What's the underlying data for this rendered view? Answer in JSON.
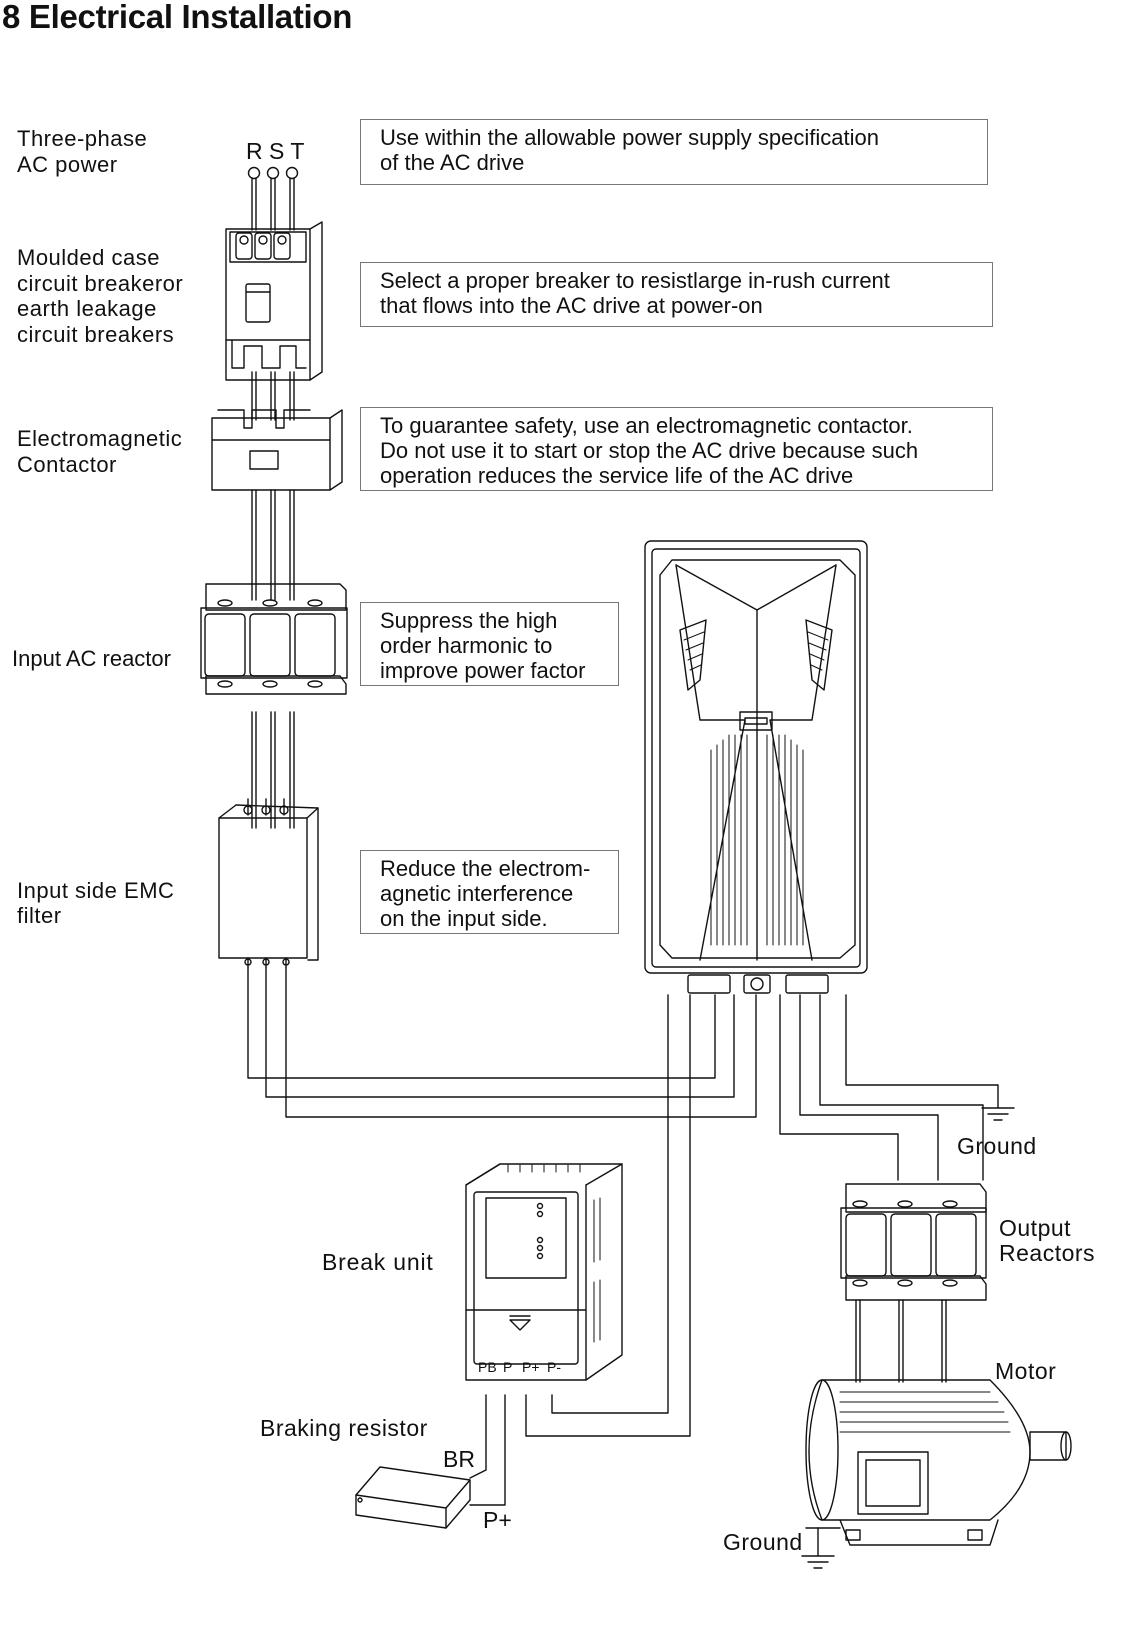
{
  "section_title": "8  Electrical Installation",
  "labels": {
    "three_phase": "Three-phase\nAC power",
    "rst": "R S T",
    "breaker": "Moulded case\ncircuit breakeror\nearth leakage\ncircuit  breakers",
    "contactor": "Electromagnetic\nContactor",
    "input_reactor": "Input AC reactor",
    "emc_filter": "Input side EMC\nfilter",
    "ground_top": "Ground",
    "output_reactors": "Output\nReactors",
    "motor": "Motor",
    "break_unit": "Break unit",
    "braking_resistor": "Braking resistor",
    "br": "BR",
    "p_plus": "P+",
    "ground_bottom": "Ground"
  },
  "notes": {
    "power_supply": "Use within the allowable power supply specification\nof the AC drive",
    "breaker": "Select a proper breaker to resistlarge in-rush current\nthat flows into the AC drive at power-on",
    "contactor": "To guarantee safety, use an electromagnetic contactor.\nDo not use it to start or stop the AC drive because such\noperation reduces the service life of the AC drive",
    "reactor": "Suppress the high\norder harmonic to\nimprove power factor",
    "emc": "Reduce the electrom-\nagnetic interference\non the input side."
  },
  "terminals": {
    "pb": "PB",
    "p": "P",
    "p_plus": "P+",
    "p_minus": "P-"
  }
}
